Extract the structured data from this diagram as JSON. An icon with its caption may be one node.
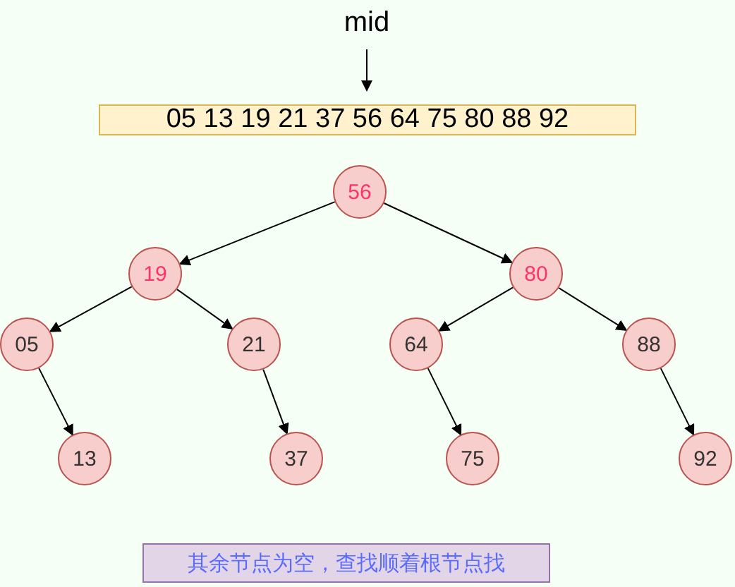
{
  "diagram": {
    "nodes": [
      {
        "text": [
          "mid"
        ]
      },
      {
        "text": [
          "05 13 19 21 37 56 64 75 80 88 92"
        ]
      },
      {
        "text": [
          "56"
        ]
      },
      {
        "text": [
          "19"
        ]
      },
      {
        "text": [
          "80"
        ]
      },
      {
        "text": [
          "05"
        ]
      },
      {
        "text": [
          "21"
        ]
      },
      {
        "text": [
          "64"
        ]
      },
      {
        "text": [
          "88"
        ]
      },
      {
        "text": [
          "13"
        ]
      },
      {
        "text": [
          "37"
        ]
      },
      {
        "text": [
          "75"
        ]
      },
      {
        "text": [
          "92"
        ]
      },
      {
        "text": [
          "其余节点为空，查找顺着根节点找"
        ]
      }
    ],
    "edges": [
      {
        "from": 0,
        "to": 1,
        "arrow": "to"
      },
      {
        "from": 2,
        "to": 3,
        "arrow": "to"
      },
      {
        "from": 2,
        "to": 4,
        "arrow": "to"
      },
      {
        "from": 3,
        "to": 5,
        "arrow": "to"
      },
      {
        "from": 3,
        "to": 6,
        "arrow": "to"
      },
      {
        "from": 4,
        "to": 7,
        "arrow": "to"
      },
      {
        "from": 4,
        "to": 8,
        "arrow": "to"
      },
      {
        "from": 5,
        "to": 9,
        "arrow": "to"
      },
      {
        "from": 6,
        "to": 10,
        "arrow": "to"
      },
      {
        "from": 7,
        "to": 11,
        "arrow": "to"
      },
      {
        "from": 8,
        "to": 12,
        "arrow": "to"
      }
    ]
  }
}
